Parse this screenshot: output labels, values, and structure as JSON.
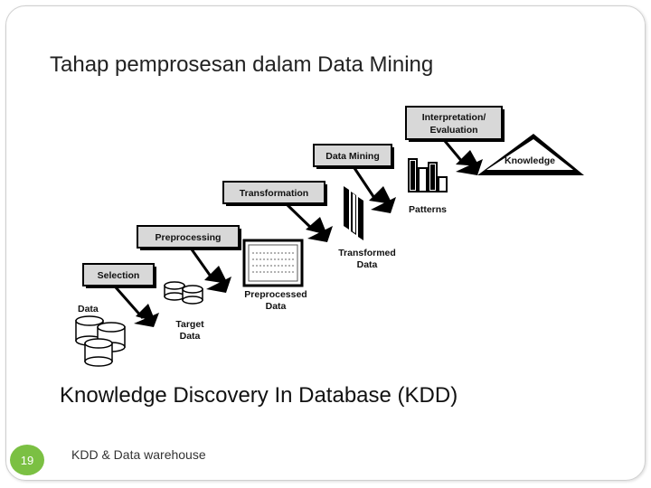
{
  "slide": {
    "title": "Tahap pemprosesan dalam Data Mining",
    "caption": "Knowledge Discovery In Database (KDD)",
    "footer": "KDD & Data warehouse",
    "page_number": "19"
  },
  "diagram": {
    "steps": [
      "Selection",
      "Preprocessing",
      "Transformation",
      "Data Mining",
      "Interpretation/",
      "Evaluation"
    ],
    "data_labels": {
      "data": "Data",
      "target_1": "Target",
      "target_2": "Data",
      "preprocessed_1": "Preprocessed",
      "preprocessed_2": "Data",
      "transformed_1": "Transformed",
      "transformed_2": "Data",
      "patterns": "Patterns",
      "knowledge": "Knowledge"
    }
  },
  "colors": {
    "badge": "#7bc043",
    "step_fill": "#d8d8d8"
  }
}
